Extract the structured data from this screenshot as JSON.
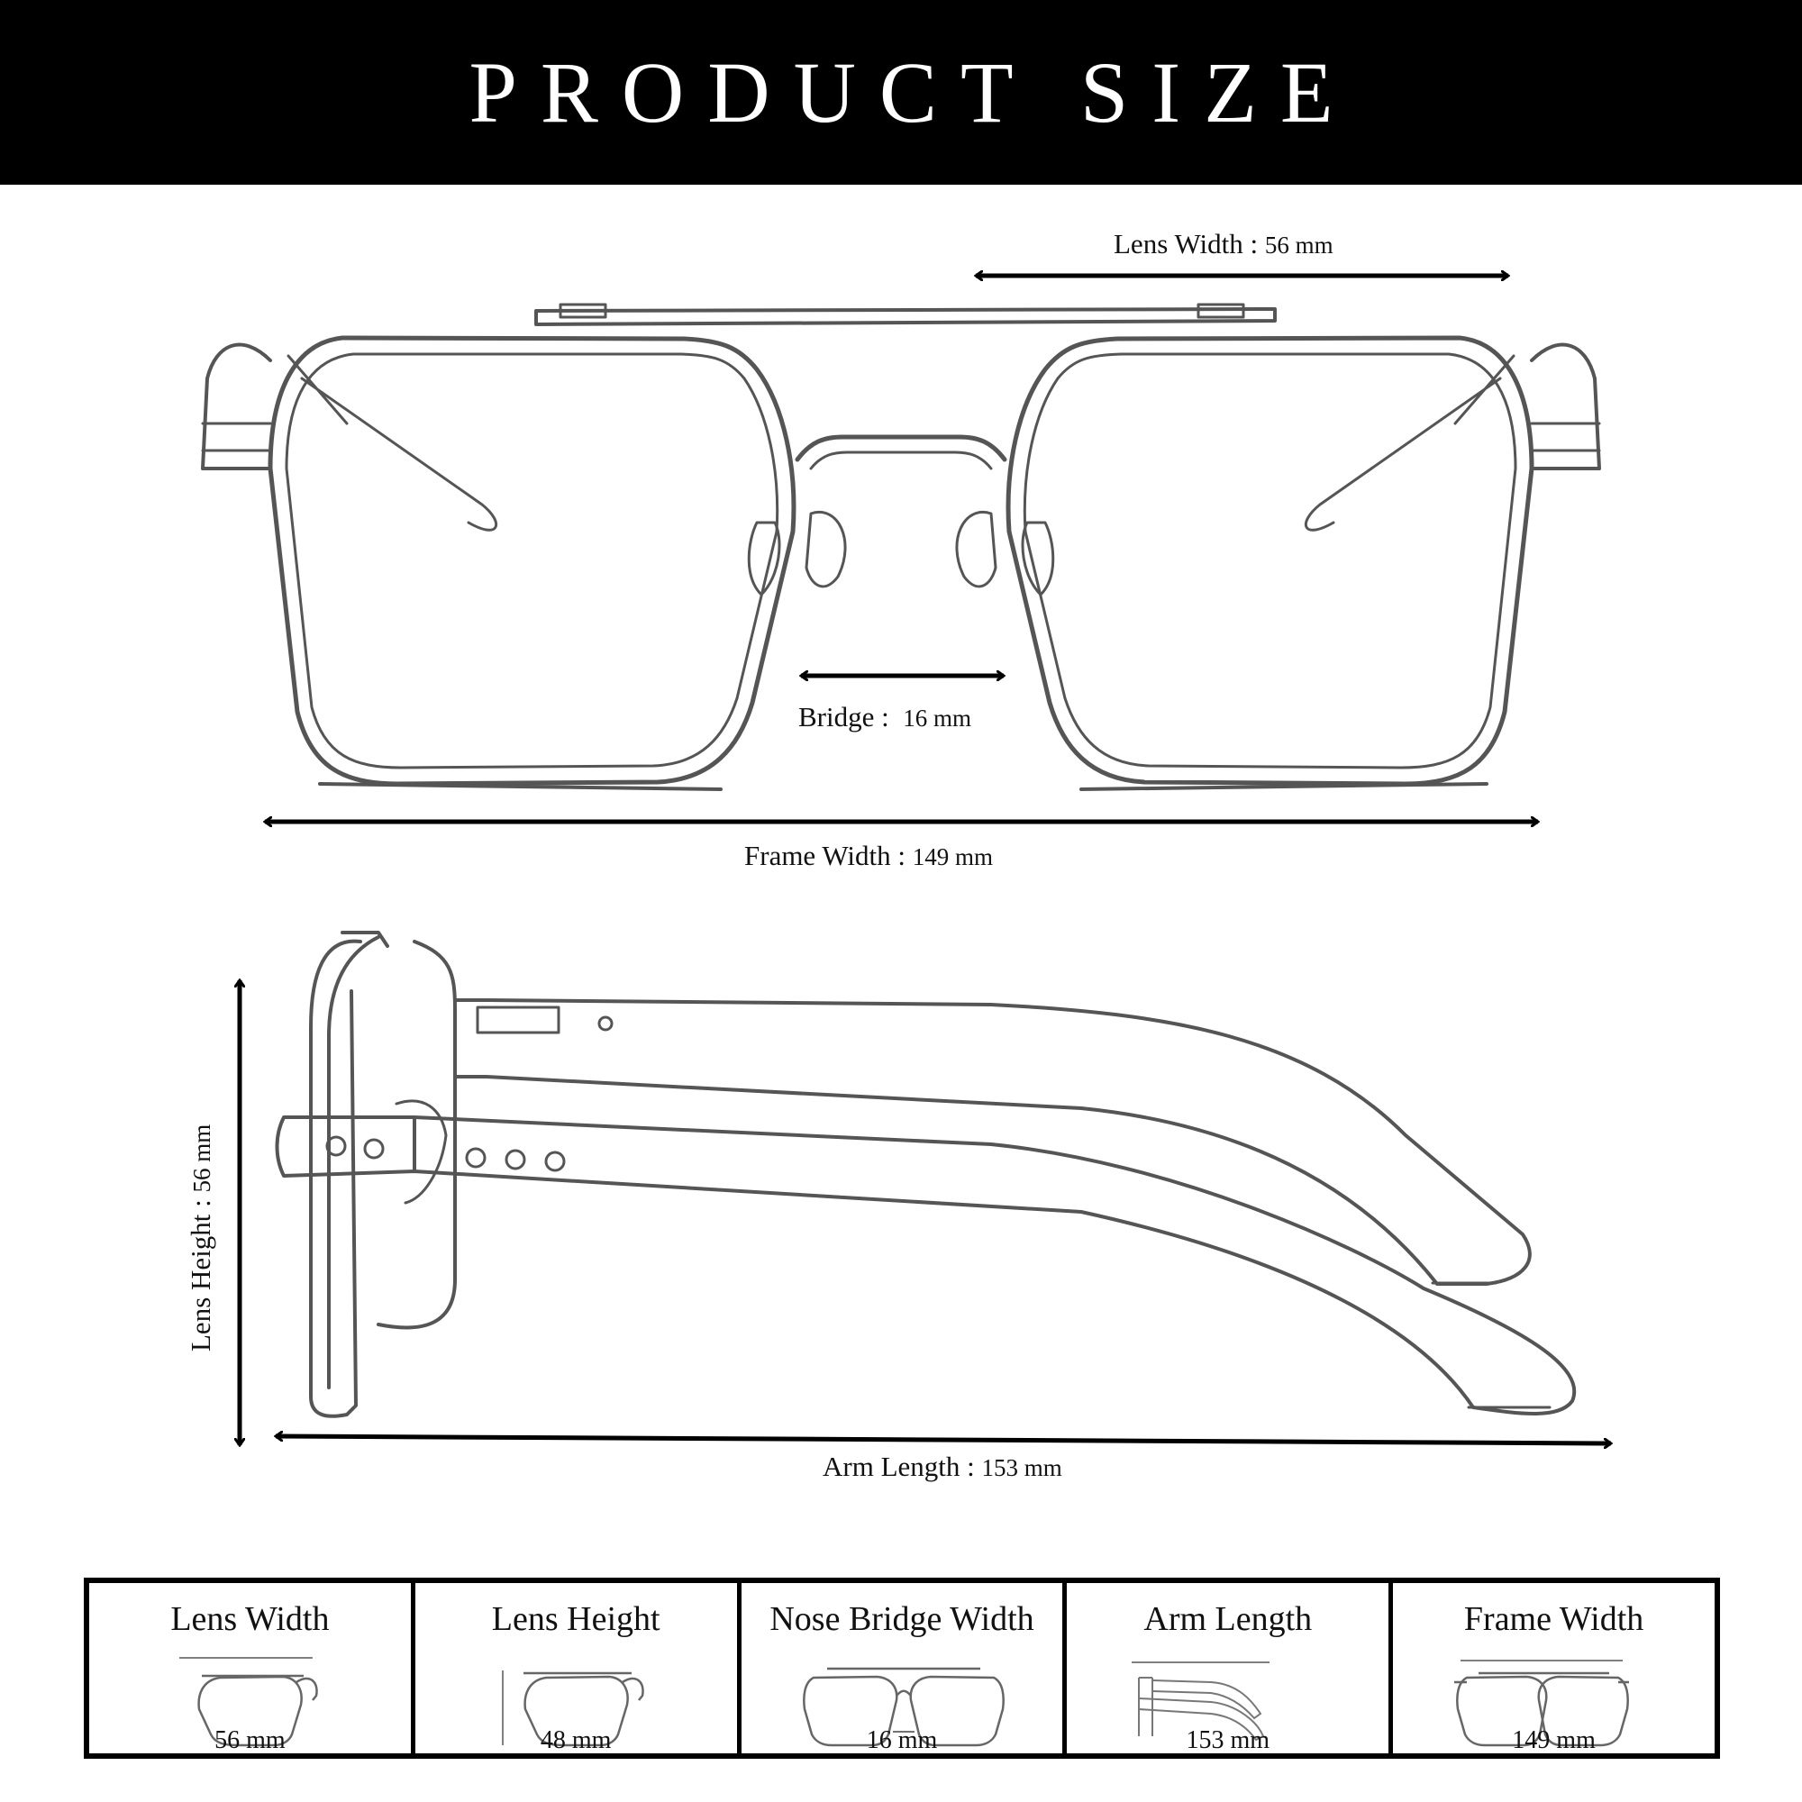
{
  "header": {
    "title": "PRODUCT SIZE"
  },
  "colors": {
    "header_bg": "#000000",
    "header_text": "#ffffff",
    "line_art": "#555555",
    "arrow": "#000000"
  },
  "front_view": {
    "lens_width": {
      "label": "Lens Width :",
      "value": "56 mm"
    },
    "bridge": {
      "label": "Bridge :",
      "value": "16 mm"
    },
    "frame_width": {
      "label": "Frame Width :",
      "value": "149 mm"
    }
  },
  "side_view": {
    "lens_height": {
      "label": "Lens Height :",
      "value": "56 mm"
    },
    "arm_length": {
      "label": "Arm Length :",
      "value": "153 mm"
    }
  },
  "summary_table": [
    {
      "title": "Lens Width",
      "value": "56 mm",
      "icon": "single-lens-width-icon"
    },
    {
      "title": "Lens Height",
      "value": "48 mm",
      "icon": "single-lens-height-icon"
    },
    {
      "title": "Nose Bridge Width",
      "value": "16 mm",
      "icon": "front-frame-bridge-icon"
    },
    {
      "title": "Arm Length",
      "value": "153 mm",
      "icon": "side-arm-icon"
    },
    {
      "title": "Frame Width",
      "value": "149 mm",
      "icon": "front-frame-width-icon"
    }
  ]
}
